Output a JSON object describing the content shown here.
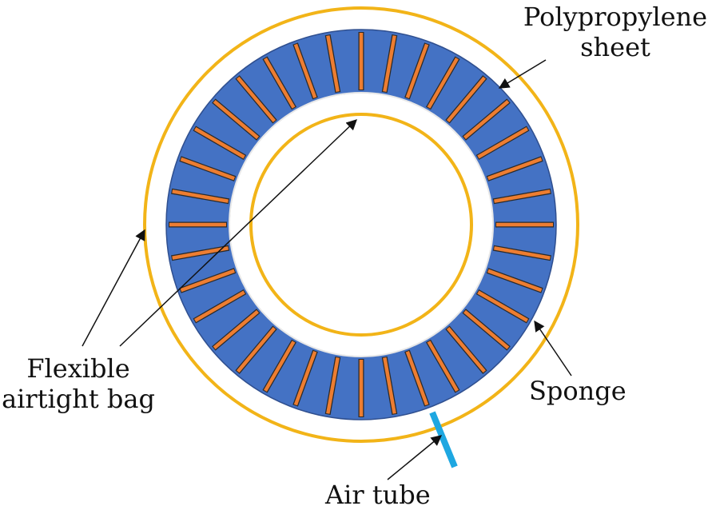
{
  "labels": {
    "polypropylene_line1": "Polypropylene",
    "polypropylene_line2": "sheet",
    "flexible_line1": "Flexible",
    "flexible_line2": "airtight bag",
    "sponge": "Sponge",
    "air_tube": "Air tube"
  },
  "colors": {
    "sponge_fill": "#4472C4",
    "sponge_stroke": "#2F4F8F",
    "sheet": "#ED7D31",
    "bag": "#F2B418",
    "air_tube": "#1EA7E1",
    "arrow": "#111111"
  },
  "sheet_count": 36
}
